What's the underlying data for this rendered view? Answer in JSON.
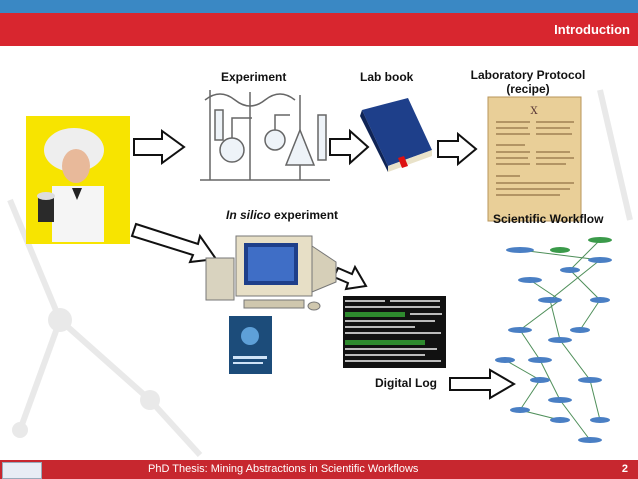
{
  "header": {
    "title": "Introduction"
  },
  "labels": {
    "experiment": "Experiment",
    "lab_book": "Lab book",
    "protocol_line1": "Laboratory Protocol",
    "protocol_line2": "(recipe)",
    "insilico_italic": "In silico",
    "insilico_rest": " experiment",
    "workflow": "Scientific Workflow",
    "digital_log": "Digital Log"
  },
  "footer": {
    "text": "PhD Thesis: Mining Abstractions in Scientific Workflows",
    "page": "2"
  },
  "colors": {
    "accent_red": "#d8262f",
    "accent_blue": "#3a88c4"
  }
}
